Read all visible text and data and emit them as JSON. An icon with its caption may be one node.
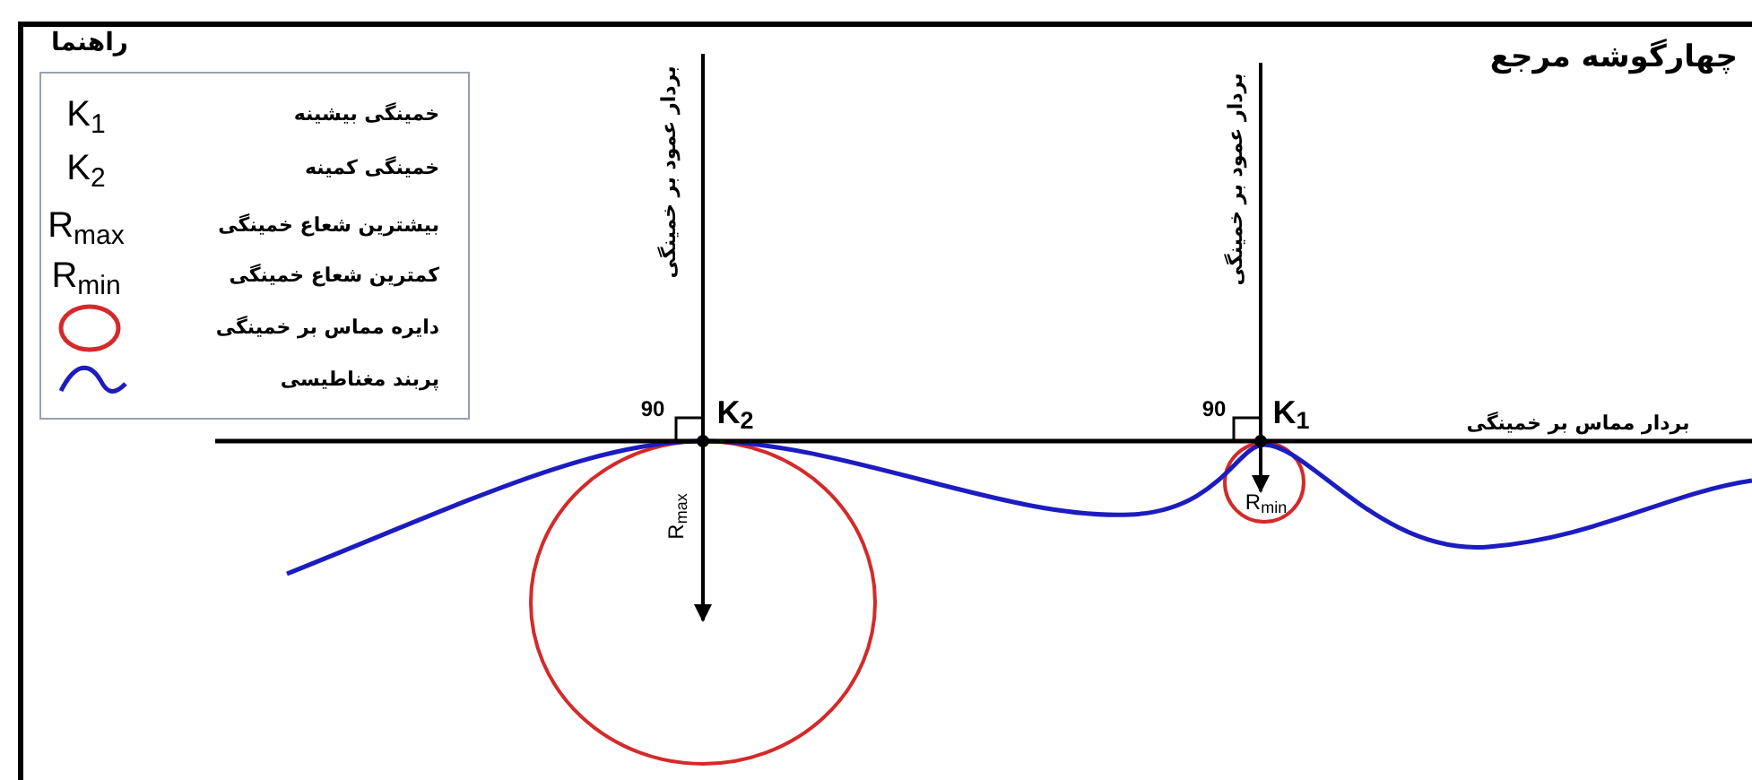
{
  "diagram": {
    "title": "چهارگوشه مرجع",
    "labels": [
      "راهنما",
      "K$_{1}$",
      "K$_{2}$",
      "R$_{max}$",
      "R$_{min}$",
      "بردار عمود بر خمینگی",
      "بردار عمود بر خمینگی",
      "90",
      "K$_{2}$",
      "90",
      "K$_{1}$",
      "بردار مماس بر خمینگی",
      "R$_{max}$",
      "R$_{min}$"
    ],
    "legend": [
      {
        "text": "خمینگی بیشینه"
      },
      {
        "text": "خمینگی کمینه"
      },
      {
        "text": "بیشترین شعاع خمینگی"
      },
      {
        "text": "کمترین شعاع خمینگی"
      },
      {
        "text": "دایره مماس بر خمینگی"
      },
      {
        "text": "پربند مغناطیسی"
      }
    ]
  }
}
